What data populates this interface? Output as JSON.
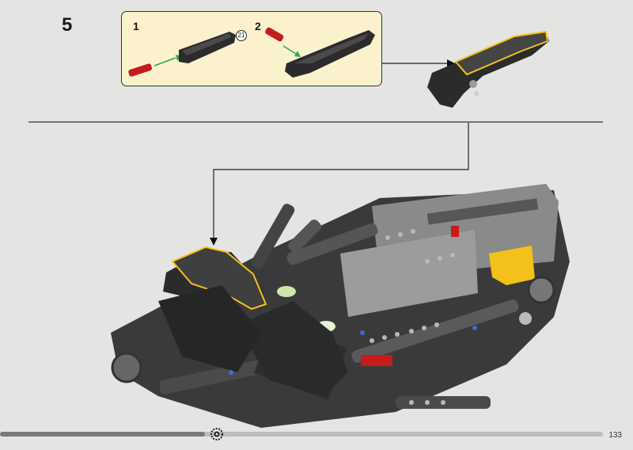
{
  "step": {
    "number": "5"
  },
  "callout": {
    "substeps": [
      {
        "number": "1",
        "multiplier": "21"
      },
      {
        "number": "2"
      }
    ]
  },
  "footer": {
    "page_number": "133",
    "progress": 0.34
  },
  "colors": {
    "background": "#e4e4e3",
    "callout_bg": "#fbf1cc",
    "part_dark": "#2f2f2f",
    "part_red": "#c61b1b",
    "highlight": "#f0c419",
    "arrow_green": "#2fa84f",
    "part_yellow": "#f3c11a"
  },
  "icons": [
    "gear-icon",
    "arrow-icon"
  ]
}
